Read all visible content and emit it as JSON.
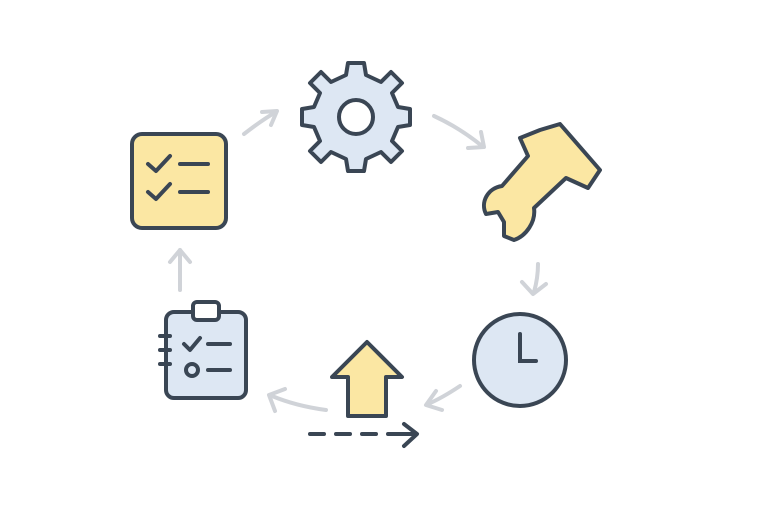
{
  "diagram": {
    "type": "cycle",
    "nodes": [
      {
        "id": "settings",
        "icon": "gear-icon",
        "fill": "#dde7f3"
      },
      {
        "id": "repair",
        "icon": "wrench-icon",
        "fill": "#fbe7a3"
      },
      {
        "id": "schedule",
        "icon": "clock-icon",
        "fill": "#dde7f3"
      },
      {
        "id": "upload",
        "icon": "arrow-up-icon",
        "fill": "#fbe7a3"
      },
      {
        "id": "clipboard",
        "icon": "clipboard-checklist-icon",
        "fill": "#dde7f3"
      },
      {
        "id": "checklist",
        "icon": "checklist-icon",
        "fill": "#fbe7a3"
      }
    ],
    "flow": [
      "checklist",
      "settings",
      "repair",
      "schedule",
      "upload",
      "clipboard",
      "checklist"
    ],
    "colors": {
      "outline": "#3a4654",
      "arrow": "#d0d3d8",
      "blue_fill": "#dde7f3",
      "yellow_fill": "#fbe7a3"
    }
  }
}
